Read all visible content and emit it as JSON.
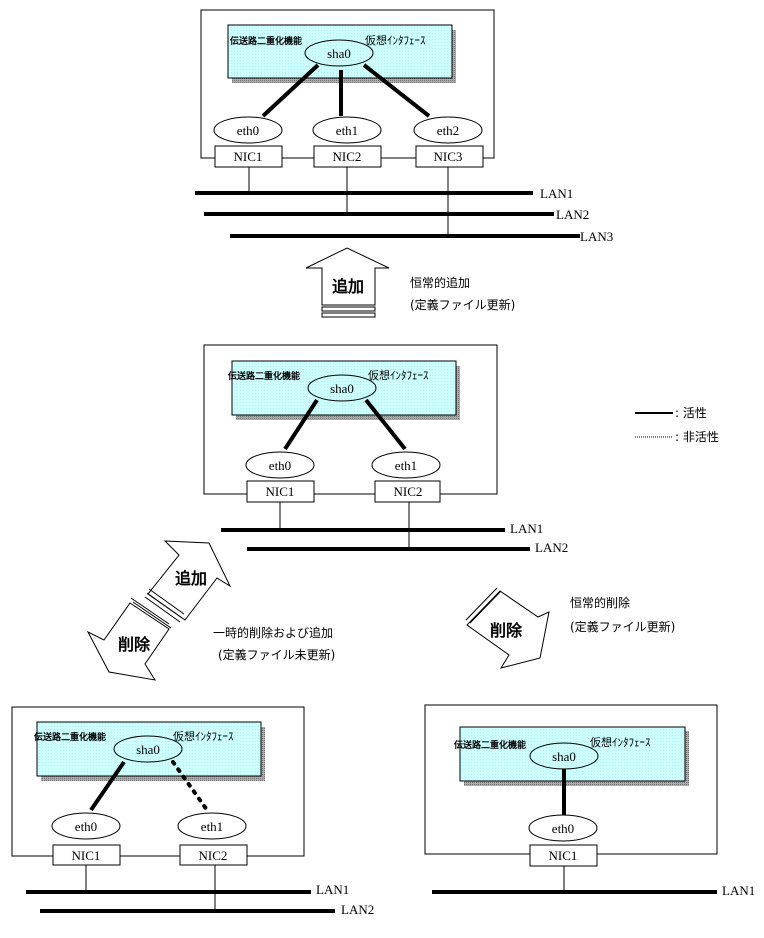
{
  "labels": {
    "function_label": "伝送路二重化機能",
    "virtual_if_label": "仮想ｲﾝﾀﾌｪｰｽ"
  },
  "diagrams": [
    {
      "id": "top",
      "virtual": "sha0",
      "interfaces": [
        {
          "name": "eth0",
          "nic": "NIC1",
          "lan": "LAN1",
          "state": "active"
        },
        {
          "name": "eth1",
          "nic": "NIC2",
          "lan": "LAN2",
          "state": "active"
        },
        {
          "name": "eth2",
          "nic": "NIC3",
          "lan": "LAN3",
          "state": "active"
        }
      ],
      "lans": [
        "LAN1",
        "LAN2",
        "LAN3"
      ]
    },
    {
      "id": "middle",
      "virtual": "sha0",
      "interfaces": [
        {
          "name": "eth0",
          "nic": "NIC1",
          "lan": "LAN1",
          "state": "active"
        },
        {
          "name": "eth1",
          "nic": "NIC2",
          "lan": "LAN2",
          "state": "active"
        }
      ],
      "lans": [
        "LAN1",
        "LAN2"
      ]
    },
    {
      "id": "bottom-left",
      "virtual": "sha0",
      "interfaces": [
        {
          "name": "eth0",
          "nic": "NIC1",
          "lan": "LAN1",
          "state": "active"
        },
        {
          "name": "eth1",
          "nic": "NIC2",
          "lan": "LAN2",
          "state": "inactive"
        }
      ],
      "lans": [
        "LAN1",
        "LAN2"
      ]
    },
    {
      "id": "bottom-right",
      "virtual": "sha0",
      "interfaces": [
        {
          "name": "eth0",
          "nic": "NIC1",
          "lan": "LAN1",
          "state": "active"
        }
      ],
      "lans": [
        "LAN1"
      ]
    }
  ],
  "arrows": {
    "permanent_add": {
      "label": "追加",
      "caption1": "恒常的追加",
      "caption2": "(定義ファイル更新)"
    },
    "temp_add": {
      "label": "追加"
    },
    "temp_delete": {
      "label": "削除",
      "caption1": "一時的削除および追加",
      "caption2": "(定義ファイル未更新)"
    },
    "permanent_delete": {
      "label": "削除",
      "caption1": "恒常的削除",
      "caption2": "(定義ファイル更新)"
    }
  },
  "legend": {
    "active": ": 活性",
    "inactive": ": 非活性"
  },
  "colors": {
    "panel_fill": "#ccffff",
    "panel_shadow": "#999999",
    "line": "#000000"
  }
}
